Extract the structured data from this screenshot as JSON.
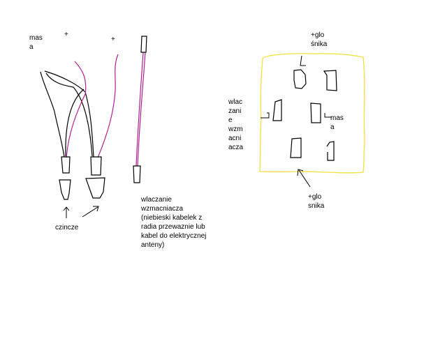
{
  "labels": {
    "masa_left": "mas\na",
    "plus_1": "+",
    "plus_2": "+",
    "cinch": "czincze",
    "amp_on_note": "wlaczanie\nwzmacniacza\n(niebieski kabelek z\nradia przewaznie lub\nkabel do elektrycznej\nanteny)",
    "speaker_top": "+glo\nśnika",
    "amp_on_side": "wlac\nzani\ne\nwzm\nacni\nacza",
    "masa_right": "mas\na",
    "speaker_bottom": "+glo\nsnika"
  },
  "colors": {
    "ground_wire": "#000000",
    "plus_wire": "#b0208f",
    "connector_outline": "#000000",
    "socket_outline": "#f2e23a",
    "background": "#ffffff"
  }
}
